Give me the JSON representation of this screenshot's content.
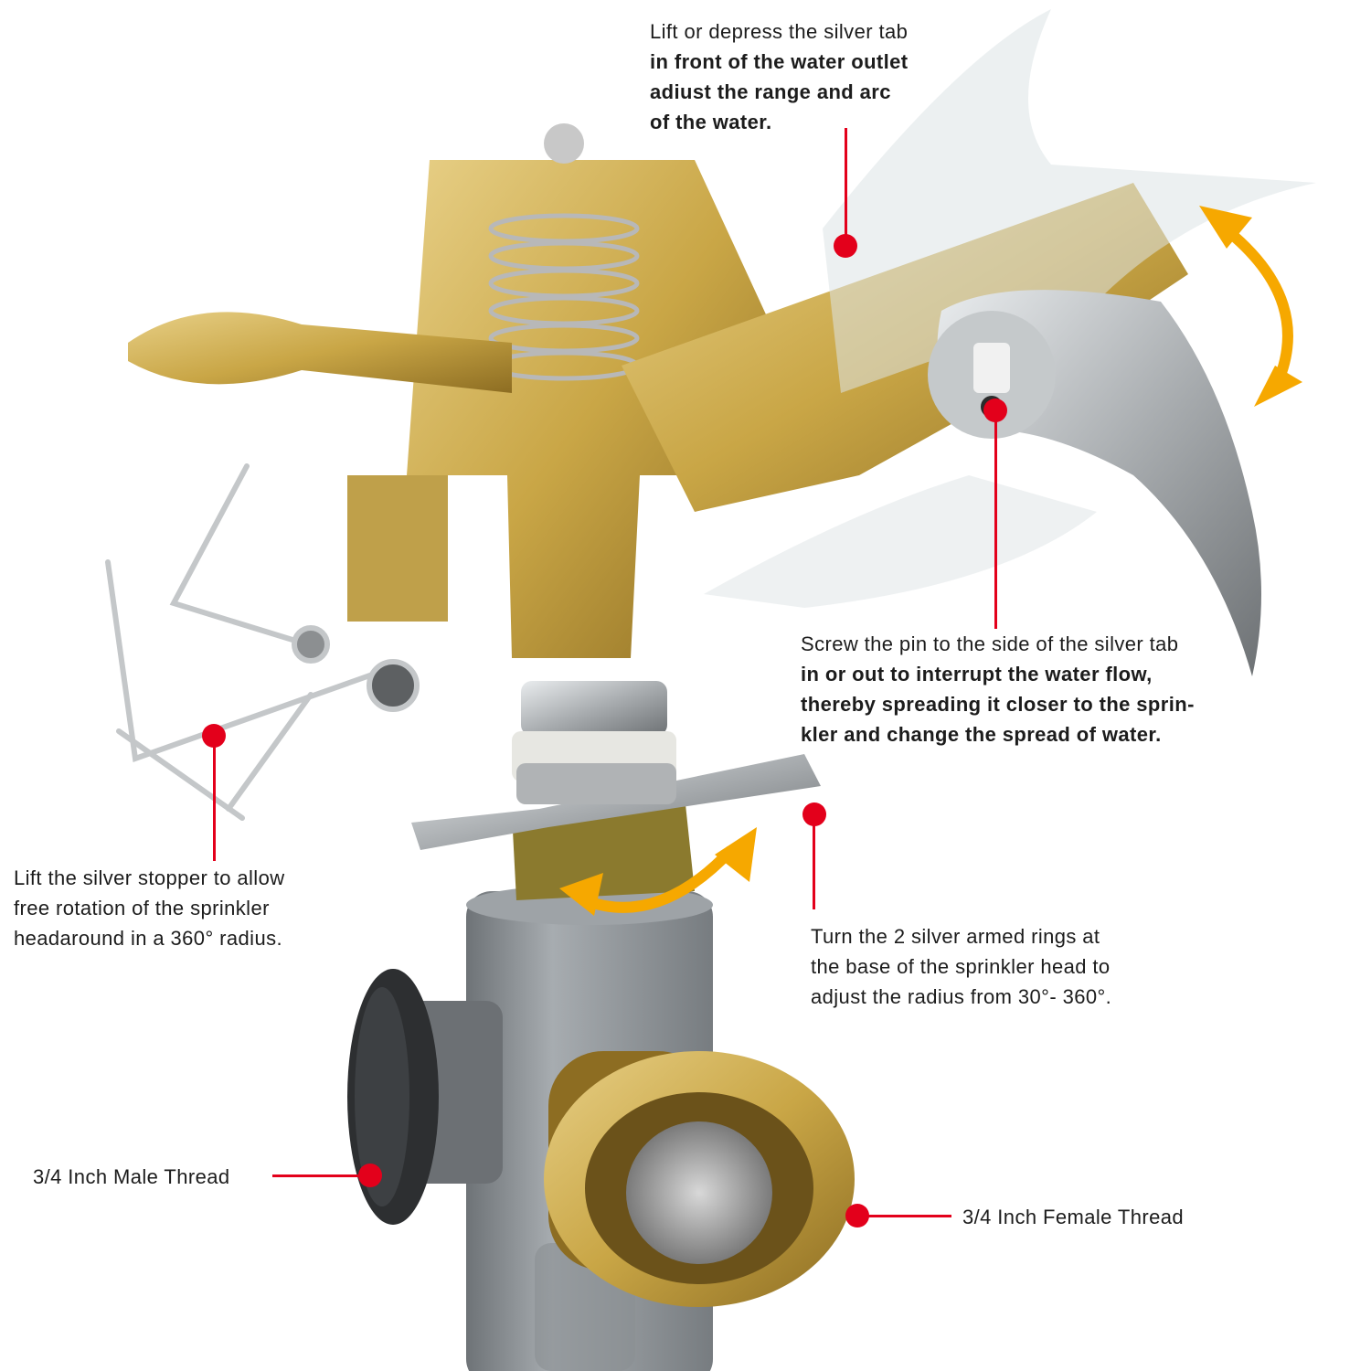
{
  "callouts": {
    "tab_adjust": {
      "lines": [
        "Lift or depress the silver tab",
        "in front of the water outlet",
        "adiust the range and arc",
        "of the water."
      ]
    },
    "pin_screw": {
      "lines": [
        "Screw the pin to the side of the silver tab",
        "in or out to interrupt the water flow,",
        "thereby spreading it closer to the sprin-",
        "kler and change the spread of water."
      ]
    },
    "stopper": {
      "lines": [
        "Lift the silver stopper to allow",
        "free rotation of the sprinkler",
        "headaround in a 360° radius."
      ]
    },
    "rings": {
      "lines": [
        "Turn the 2 silver armed rings at",
        "the base of the sprinkler head to",
        "adjust the radius from 30°- 360°."
      ]
    },
    "male_thread": {
      "text": "3/4 Inch Male Thread"
    },
    "female_thread": {
      "text": "3/4 Inch Female Thread"
    }
  },
  "colors": {
    "leader_red": "#e3001b",
    "arrow_orange": "#f6a800",
    "brass": "#c9a646",
    "steel": "#a9adb0",
    "base_gray": "#8e9397"
  }
}
